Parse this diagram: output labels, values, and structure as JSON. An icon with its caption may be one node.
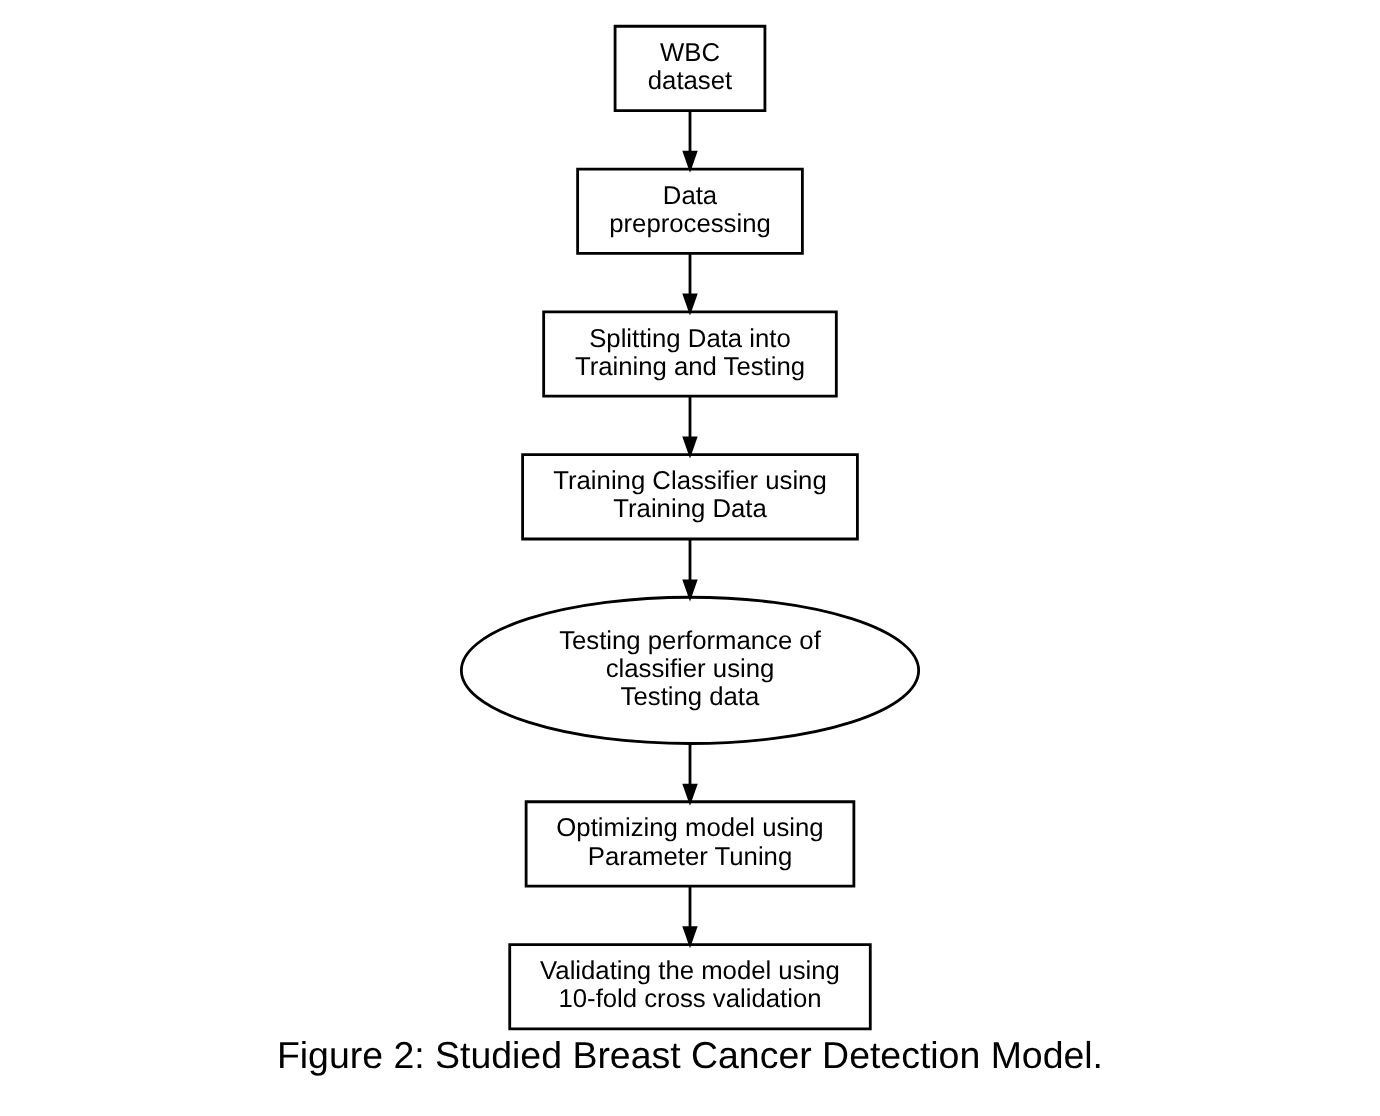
{
  "diagram": {
    "caption": "Figure 2: Studied Breast Cancer Detection Model.",
    "nodes": [
      {
        "text": [
          "WBC dataset"
        ]
      },
      {
        "text": [
          "Data preprocessing"
        ]
      },
      {
        "text": [
          "Splitting Data into Training and Testing"
        ]
      },
      {
        "text": [
          "Training Classifier using Training Data"
        ]
      },
      {
        "text": [
          "Testing performance of classifier using Testing data"
        ]
      },
      {
        "text": [
          "Optimizing model using Parameter Tuning"
        ]
      },
      {
        "text": [
          "Validating the model using 10-fold cross validation"
        ]
      }
    ],
    "edges": [
      {
        "from": 0,
        "to": 1,
        "arrow": "to"
      },
      {
        "from": 1,
        "to": 2,
        "arrow": "to"
      },
      {
        "from": 2,
        "to": 3,
        "arrow": "to"
      },
      {
        "from": 3,
        "to": 4,
        "arrow": "to"
      },
      {
        "from": 4,
        "to": 5,
        "arrow": "to"
      },
      {
        "from": 5,
        "to": 6,
        "arrow": "to"
      }
    ]
  }
}
